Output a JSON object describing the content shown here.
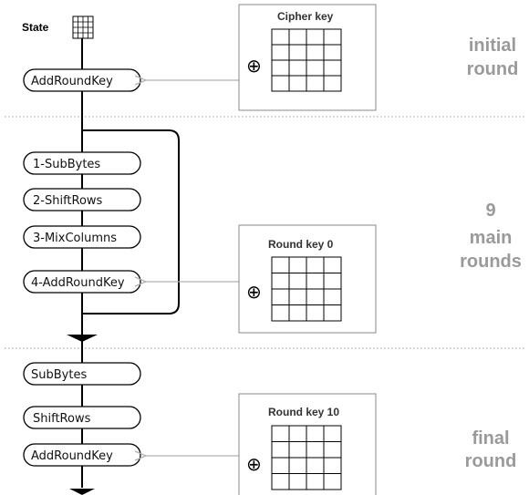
{
  "state_label": "State",
  "initial": {
    "step": "AddRoundKey",
    "key_title": "Cipher key",
    "xor_symbol": "⊕",
    "stage_line1": "initial",
    "stage_line2": "round"
  },
  "main": {
    "steps": [
      "1-SubBytes",
      "2-ShiftRows",
      "3-MixColumns",
      "4-AddRoundKey"
    ],
    "key_title": "Round key 0",
    "xor_symbol": "⊕",
    "stage_line1": "9",
    "stage_line2": "main",
    "stage_line3": "rounds"
  },
  "final": {
    "steps": [
      "SubBytes",
      "ShiftRows",
      "AddRoundKey"
    ],
    "key_title": "Round key 10",
    "xor_symbol": "⊕",
    "stage_line1": "final",
    "stage_line2": "round"
  },
  "colors": {
    "line": "#000000",
    "arrow": "#b0b0b0",
    "stage_text": "#9a9a9a",
    "separator": "#999999"
  }
}
